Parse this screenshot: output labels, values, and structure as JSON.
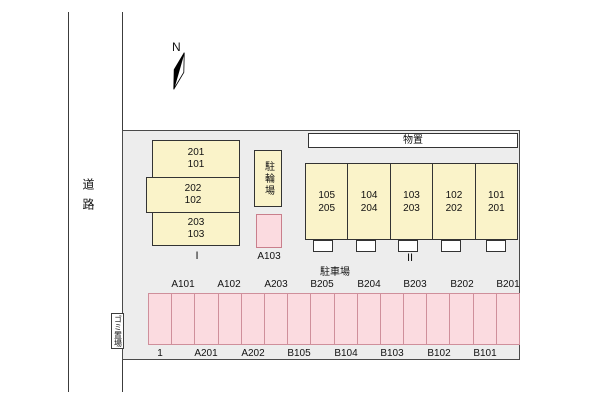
{
  "labels": {
    "road": "道路",
    "north": "N",
    "storage": "物置",
    "bike_parking": "駐輪場",
    "parking_lot": "駐車場",
    "garbage": "ゴミ置場",
    "building_I": "I",
    "building_II": "II",
    "a103_caption": "A103"
  },
  "building_I_units": [
    {
      "line1": "201",
      "line2": "101"
    },
    {
      "line1": "202",
      "line2": "102"
    },
    {
      "line1": "203",
      "line2": "103"
    }
  ],
  "building_II_units": [
    {
      "line1": "105",
      "line2": "205"
    },
    {
      "line1": "104",
      "line2": "204"
    },
    {
      "line1": "103",
      "line2": "203"
    },
    {
      "line1": "102",
      "line2": "202"
    },
    {
      "line1": "101",
      "line2": "201"
    }
  ],
  "parking": {
    "stall_count": 16,
    "top_labels": [
      "A101",
      "A102",
      "A203",
      "B205",
      "B204",
      "B203",
      "B202",
      "B201"
    ],
    "bottom_labels": [
      "1",
      "A201",
      "A202",
      "B105",
      "B104",
      "B103",
      "B102",
      "B101"
    ]
  },
  "colors": {
    "site_fill": "#ededed",
    "building_fill": "#faf3c9",
    "parking_fill": "#fbdbe0",
    "parking_border": "#cf8f9b",
    "outline": "#333333"
  }
}
